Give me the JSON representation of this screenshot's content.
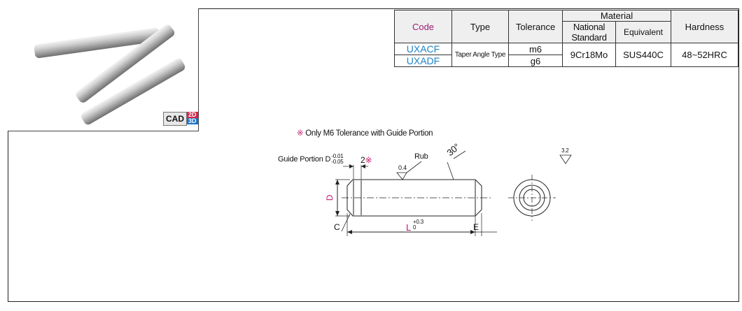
{
  "table": {
    "headers": {
      "code": "Code",
      "type": "Type",
      "tolerance": "Tolerance",
      "material": "Material",
      "national_standard": "National Standard",
      "equivalent": "Equivalent",
      "hardness": "Hardness"
    },
    "codes": [
      "UXACF",
      "UXADF"
    ],
    "type_value": "Taper Angle Type",
    "tolerances": [
      "m6",
      "g6"
    ],
    "national_standard_value": "9Cr18Mo",
    "equivalent_value": "SUS440C",
    "hardness_value": "48~52HRC"
  },
  "badge": {
    "cad": "CAD",
    "d2": "2D",
    "d3": "3D"
  },
  "note": {
    "mark": "※",
    "text": "Only M6 Tolerance with Guide Portion"
  },
  "drawing": {
    "guide_portion": "Guide Portion D",
    "tol_upper": "-0.01",
    "tol_lower": "-0.05",
    "guide_length": "2",
    "guide_mark": "※",
    "rub": "Rub",
    "roughness_04": "0.4",
    "angle": "30°",
    "roughness_32": "3.2",
    "d_label": "D",
    "c_label": "C",
    "l_label": "L",
    "l_tol_upper": "+0.3",
    "l_tol_lower": "0",
    "e_label": "E"
  },
  "colors": {
    "code_header": "#9b1b78",
    "code_values": "#1c84c6",
    "accent_magenta": "#c0186d"
  }
}
